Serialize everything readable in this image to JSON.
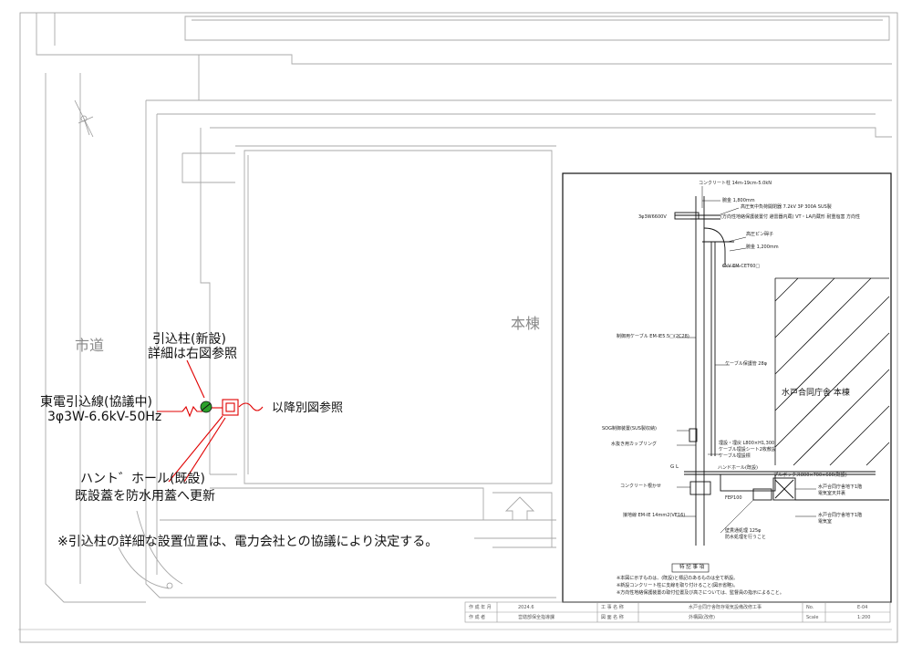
{
  "site_plan": {
    "city_road": "市道",
    "main_building": "本棟",
    "pole_title": "引込柱(新設)",
    "pole_detail_ref": "詳細は右図参照",
    "tepco_line": "東電引込線(協議中)",
    "tepco_spec": "3φ3W-6.6kV-50Hz",
    "handhole_existing": "ハント゛ホール(既設)",
    "cover_update": "既設蓋を防水用蓋へ更新",
    "refer_other": "以降別図参照",
    "note": "※引込柱の詳細な設置位置は、電力会社との協議により決定する。"
  },
  "detail": {
    "top_spec": "コンクリート柱 14m-19cm-5.0kN",
    "anchor_wire": "3φ3W6600V",
    "arm1": "腕金 1,800mm",
    "switch_spec": "高圧気中負荷開閉器 7.2kV 3P 300A SUS製",
    "switch_spec2": "(方向性地絡保護装置付 避雷器内蔵) VT・LA内蔵形 耐重塩害 方向性",
    "insulator": "高圧ピン碍子",
    "arm2": "腕金 1,200mm",
    "cable_top": "6kV EM-CET60□",
    "control_cable": "制御用ケーブル EM-IE5.5□(2C28)",
    "protect_pipe": "ケーブル保護管 28φ",
    "building_name": "水戸合同庁舎 本棟",
    "control_box": "SOG制御装置(SUS製収納)",
    "coupling": "水抜き用カップリング",
    "burial1": "埋設・埋戻 L800×H1,300",
    "burial2": "ケーブル埋設シート2枚敷設",
    "burial3": "ケーブル埋設標",
    "gl": "G L",
    "handhole_label": "ハンドホール(既設)",
    "pull_box": "プルボックス800×700×600(既設)",
    "concrete_base": "コンクリート根かせ",
    "fep": "FEP100",
    "wall_seal": "壁貫通処理 125φ",
    "wall_seal2": "防水処理を行うこと",
    "ground_wire": "接地線 EM-IE 14mm2(VE16)",
    "room_ceiling": "水戸合同庁舎地下1階",
    "room_ceiling2": "電気室天井裏",
    "room_b1": "水戸合同庁舎地下1階",
    "room_b1_2": "電気室",
    "notes_header": "特 記 事 項",
    "note1": "※本図に示すものは、(既設)と標記のあるものは全て新設。",
    "note2": "※新設コンクリート柱に支線を取り付けること(図示省略)。",
    "note3": "※方向性地絡保護装置の取付位置及び高さについては、監督員の指示によること。"
  },
  "title_block": {
    "drawn_by_label": "作 成 年 月",
    "drawn_date": "2024.6",
    "author_label": "作 成 者",
    "author": "営繕部保全指導課",
    "project_label": "工 事 名 称",
    "project": "水戸合同庁舎既存電気設備改修工事",
    "drawing_label": "図 面 名 称",
    "drawing": "外構図(改修)",
    "no_label": "No.",
    "no_value": "E-04",
    "scale_label": "Scale",
    "scale_value": "1:200"
  }
}
